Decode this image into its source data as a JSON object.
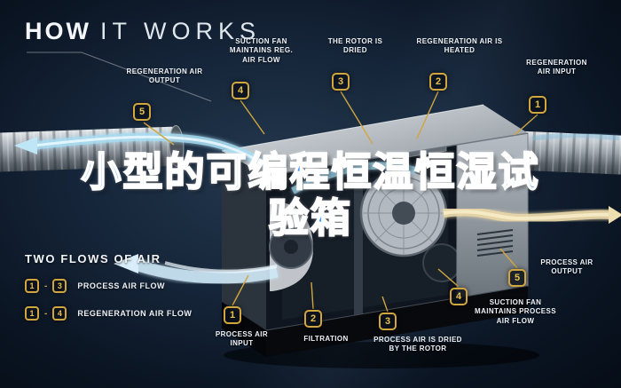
{
  "title": {
    "bold": "HOW",
    "light": "IT WORKS"
  },
  "overlay": {
    "line1": "小型的可编程恒温恒湿试",
    "line2": "验箱"
  },
  "legend": {
    "heading": "TWO FLOWS OF AIR",
    "rows": [
      {
        "from": "1",
        "dash": "-",
        "to": "3",
        "label": "PROCESS AIR FLOW"
      },
      {
        "from": "1",
        "dash": "-",
        "to": "4",
        "label": "REGENERATION AIR FLOW"
      }
    ]
  },
  "callouts": {
    "top": [
      {
        "num": "5",
        "label": "REGENERATION AIR OUTPUT"
      },
      {
        "num": "4",
        "label": "SUCTION FAN MAINTAINS REG. AIR FLOW"
      },
      {
        "num": "3",
        "label": "THE ROTOR IS DRIED"
      },
      {
        "num": "2",
        "label": "REGENERATION AIR IS HEATED"
      },
      {
        "num": "1",
        "label": "REGENERATION AIR INPUT"
      }
    ],
    "bottom": [
      {
        "num": "1",
        "label": "PROCESS AIR INPUT"
      },
      {
        "num": "2",
        "label": "FILTRATION"
      },
      {
        "num": "3",
        "label": "PROCESS AIR IS DRIED BY THE ROTOR"
      },
      {
        "num": "4",
        "label": "SUCTION FAN MAINTAINS PROCESS AIR FLOW"
      },
      {
        "num": "5",
        "label": "PROCESS AIR OUTPUT"
      }
    ]
  },
  "colors": {
    "accent_gold": "#d2a63e",
    "flow_blue": "#bfe3f5",
    "flow_tan": "#e8d6a6",
    "background": "#0b1624",
    "overlay_text": "#3f97f7"
  }
}
